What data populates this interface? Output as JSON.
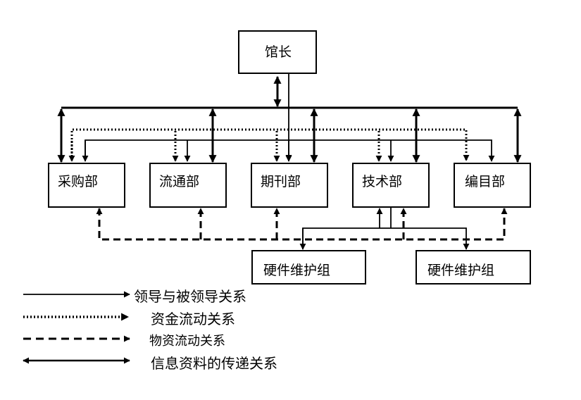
{
  "nodes": {
    "director": "馆长",
    "procurement": "采购部",
    "circulation": "流通部",
    "periodicals": "期刊部",
    "technical": "技术部",
    "cataloging": "编目部",
    "hardware_left": "硬件维护组",
    "hardware_right": "硬件维护组"
  },
  "legend": [
    {
      "label": "领导与被领导关系",
      "line_style": "solid-thin-arrow"
    },
    {
      "label": "资金流动关系",
      "line_style": "dotted-arrow"
    },
    {
      "label": "物资流动关系",
      "line_style": "dashed-arrow"
    },
    {
      "label": "信息资料的传递关系",
      "line_style": "double-arrow"
    }
  ],
  "colors": {
    "line": "#000000",
    "background": "#ffffff"
  }
}
